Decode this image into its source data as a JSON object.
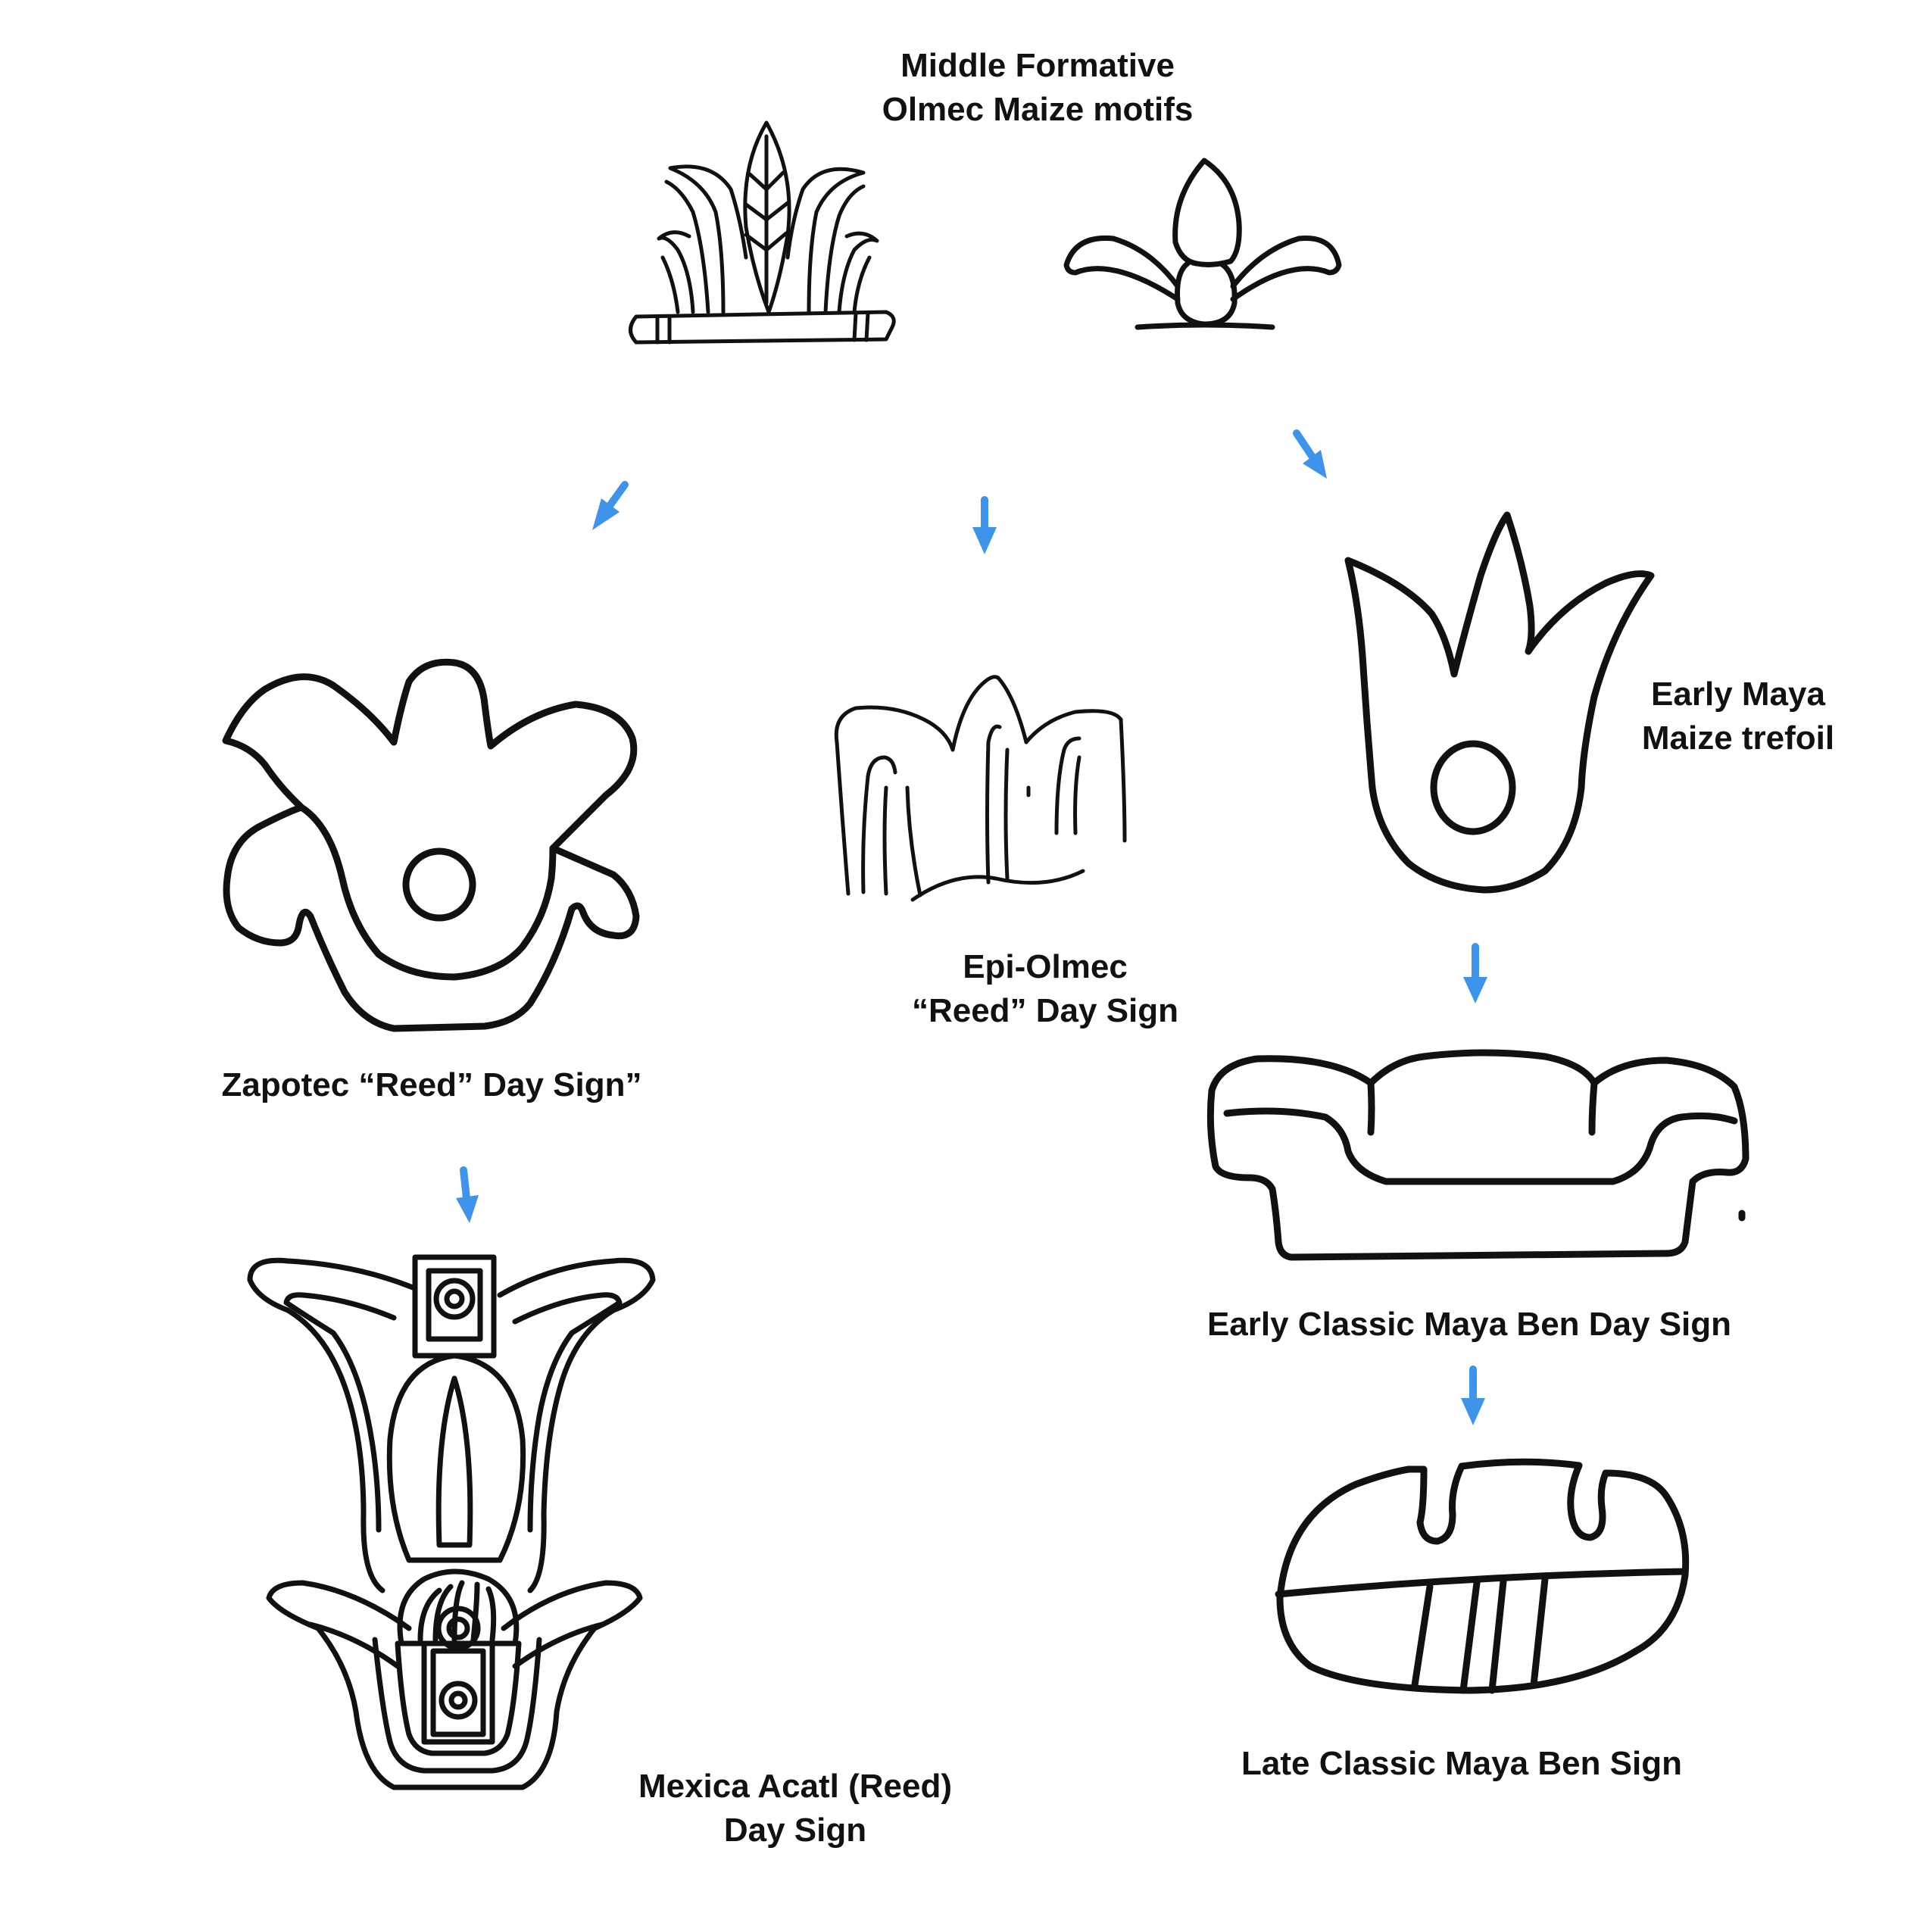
{
  "colors": {
    "ink": "#111111",
    "arrow": "#3d94ea",
    "background": "#ffffff"
  },
  "labels": {
    "olmec_maize": [
      "Middle Formative",
      "Olmec Maize motifs"
    ],
    "zapotec_reed": [
      "Zapotec “Reed” Day Sign”"
    ],
    "epi_olmec_reed": [
      "Epi-Olmec",
      "“Reed” Day Sign"
    ],
    "early_maya_trefoil": [
      "Early Maya",
      "Maize trefoil"
    ],
    "early_classic_ben": [
      "Early Classic Maya Ben Day Sign"
    ],
    "late_classic_ben": [
      "Late Classic Maya Ben Sign"
    ],
    "mexica_acatl": [
      "Mexica Acatl (Reed)",
      "Day Sign"
    ]
  },
  "nodes": [
    {
      "id": "olmec-maize",
      "label_key": "olmec_maize",
      "icon": "olmec-maize-glyphs"
    },
    {
      "id": "zapotec-reed",
      "label_key": "zapotec_reed",
      "icon": "zapotec-reed-glyph"
    },
    {
      "id": "epi-olmec-reed",
      "label_key": "epi_olmec_reed",
      "icon": "epi-olmec-reed-glyph"
    },
    {
      "id": "early-maya-trefoil",
      "label_key": "early_maya_trefoil",
      "icon": "maize-trefoil-glyph"
    },
    {
      "id": "early-classic-ben",
      "label_key": "early_classic_ben",
      "icon": "early-ben-glyph"
    },
    {
      "id": "late-classic-ben",
      "label_key": "late_classic_ben",
      "icon": "late-ben-glyph"
    },
    {
      "id": "mexica-acatl",
      "label_key": "mexica_acatl",
      "icon": "mexica-acatl-glyph"
    }
  ],
  "edges": [
    {
      "from": "olmec-maize",
      "to": "zapotec-reed"
    },
    {
      "from": "olmec-maize",
      "to": "epi-olmec-reed"
    },
    {
      "from": "olmec-maize",
      "to": "early-maya-trefoil"
    },
    {
      "from": "early-maya-trefoil",
      "to": "early-classic-ben"
    },
    {
      "from": "early-classic-ben",
      "to": "late-classic-ben"
    },
    {
      "from": "zapotec-reed",
      "to": "mexica-acatl"
    }
  ]
}
